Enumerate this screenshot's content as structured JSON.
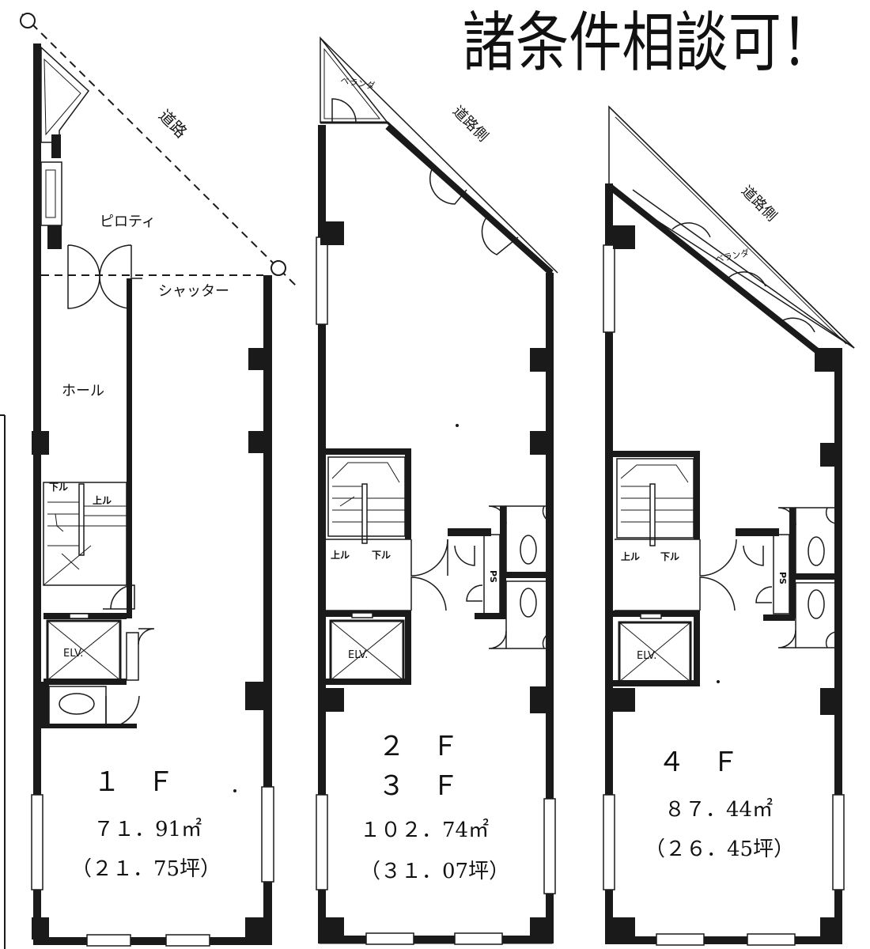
{
  "headline": "諸条件相談可！",
  "floors": [
    {
      "label": "１　Ｆ",
      "area": "７１．91㎡",
      "tsubo": "（２１．75坪）",
      "rooms": {
        "road": "道路",
        "piloti": "ピロティ",
        "shutter": "シャッター",
        "hall": "ホール",
        "down": "下ル",
        "up": "上ル",
        "elevator": "ELV."
      }
    },
    {
      "label_a": "２　Ｆ",
      "label_b": "３　Ｆ",
      "area": "１０２．74㎡",
      "tsubo": "（３１．07坪）",
      "rooms": {
        "veranda": "ベランダ",
        "road_side": "道路側",
        "up": "上ル",
        "down": "下ル",
        "ps": "PS",
        "elevator": "ELV."
      }
    },
    {
      "label": "４　Ｆ",
      "area": "８７．44㎡",
      "tsubo": "（２６．45坪）",
      "rooms": {
        "road_side": "道路側",
        "veranda": "ベランダ",
        "up": "上ル",
        "down": "下ル",
        "ps": "PS",
        "elevator": "ELV."
      }
    }
  ]
}
